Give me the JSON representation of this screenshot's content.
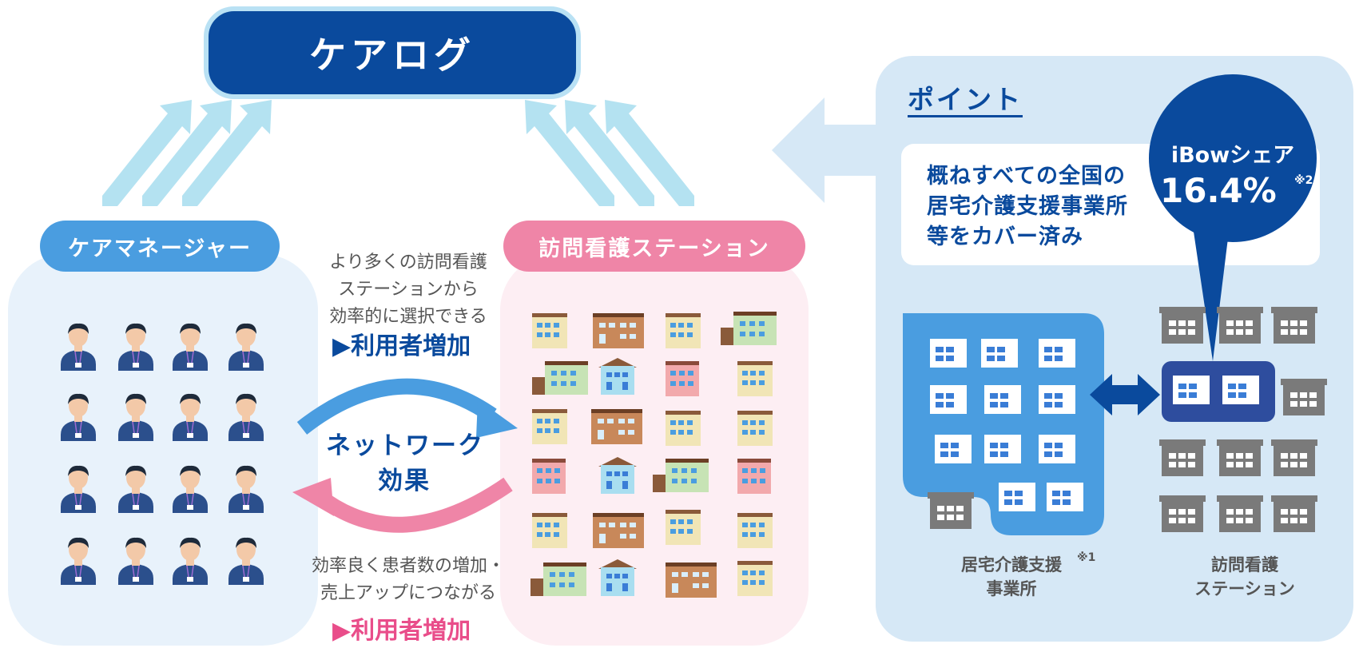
{
  "title": "ケアログ",
  "care_manager": {
    "label": "ケアマネージャー"
  },
  "station": {
    "label": "訪問看護ステーション"
  },
  "top_caption": {
    "lines": [
      "より多くの訪問看護",
      "ステーションから",
      "効率的に選択できる"
    ],
    "result": "▶利用者増加"
  },
  "network": {
    "line1": "ネットワーク",
    "line2": "効果"
  },
  "bottom_caption": {
    "lines": [
      "効率良く患者数の増加・",
      "売上アップにつながる"
    ],
    "result": "▶利用者増加"
  },
  "point": {
    "heading": "ポイント",
    "description": [
      "概ねすべての全国の",
      "居宅介護支援事業所",
      "等をカバー済み"
    ],
    "share_label": "iBowシェア",
    "share_value": "16.4%",
    "share_note": "※2",
    "offices_label": [
      "居宅介護支援",
      "事業所"
    ],
    "offices_note": "※1",
    "stations_label": [
      "訪問看護",
      "ステーション"
    ]
  },
  "colors": {
    "navy": "#0a4a9d",
    "light_blue": "#4a9de0",
    "pink": "#ef85a7",
    "arrow_light": "#b4e2f1",
    "panel": "#d6e8f6",
    "gray_building": "#7a7a7a"
  }
}
